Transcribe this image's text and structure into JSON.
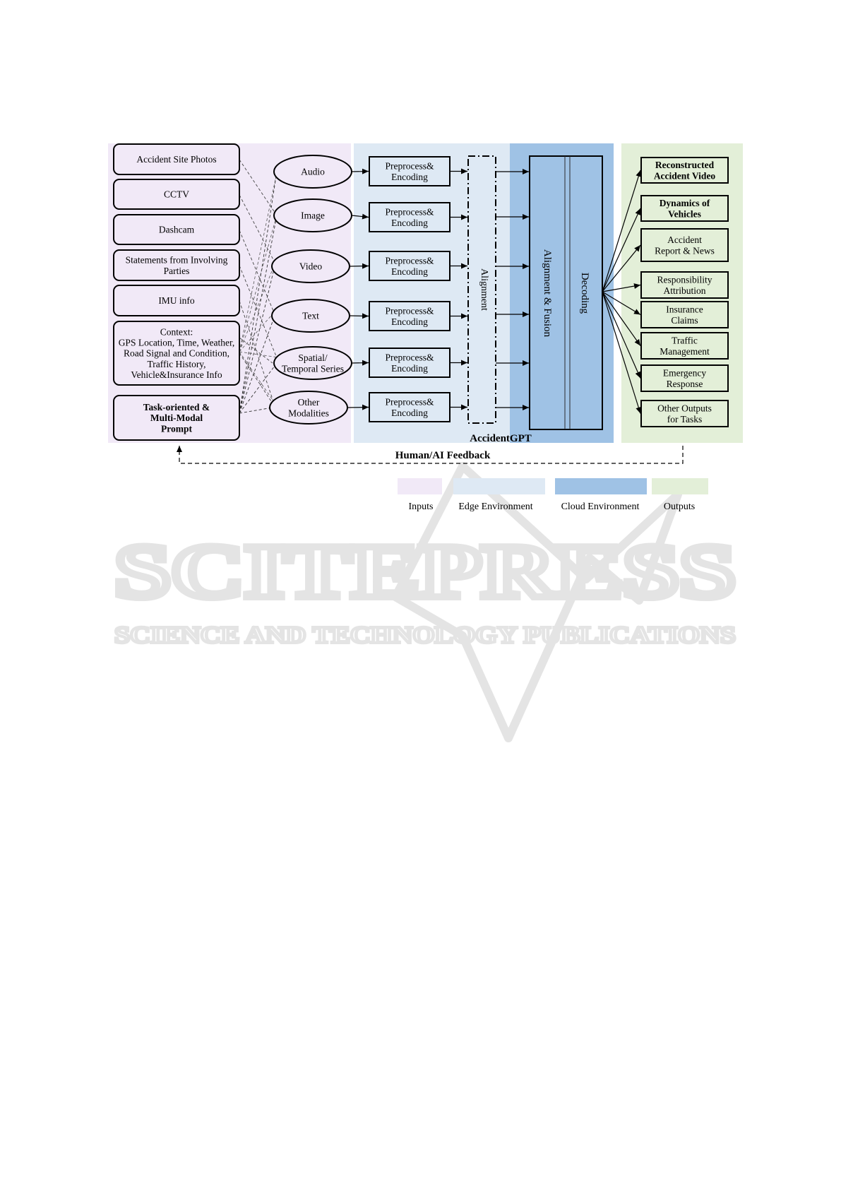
{
  "colors": {
    "inputs": "#f1e9f7",
    "edge": "#dee9f4",
    "cloud": "#9fc2e5",
    "outputs": "#e3efd8",
    "watermark": "#e4e4e4"
  },
  "inputs": [
    {
      "lines": [
        "Accident Site Photos"
      ],
      "bold": false
    },
    {
      "lines": [
        "CCTV"
      ],
      "bold": false
    },
    {
      "lines": [
        "Dashcam"
      ],
      "bold": false
    },
    {
      "lines": [
        "Statements from Involving",
        "Parties"
      ],
      "bold": false
    },
    {
      "lines": [
        "IMU info"
      ],
      "bold": false
    },
    {
      "lines": [
        "Context:",
        "GPS Location, Time, Weather,",
        "Road Signal and Condition,",
        "Traffic History,",
        "Vehicle&Insurance Info"
      ],
      "bold": false
    },
    {
      "lines": [
        "Task-oriented &",
        "Multi-Modal",
        "Prompt"
      ],
      "bold": true
    }
  ],
  "modalities": [
    {
      "lines": [
        "Audio"
      ]
    },
    {
      "lines": [
        "Image"
      ]
    },
    {
      "lines": [
        "Video"
      ]
    },
    {
      "lines": [
        "Text"
      ]
    },
    {
      "lines": [
        "Spatial/",
        "Temporal Series"
      ]
    },
    {
      "lines": [
        "Other",
        "Modalities"
      ]
    }
  ],
  "encoders": [
    {
      "lines": [
        "Preprocess&",
        "Encoding"
      ]
    },
    {
      "lines": [
        "Preprocess&",
        "Encoding"
      ]
    },
    {
      "lines": [
        "Preprocess&",
        "Encoding"
      ]
    },
    {
      "lines": [
        "Preprocess&",
        "Encoding"
      ]
    },
    {
      "lines": [
        "Preprocess&",
        "Encoding"
      ]
    },
    {
      "lines": [
        "Preprocess&",
        "Encoding"
      ]
    }
  ],
  "alignment_label": "Alignment",
  "fusion_label": "Alignment & Fusion",
  "decoding_label": "Decoding",
  "system_label": "AccidentGPT",
  "outputs": [
    {
      "lines": [
        "Reconstructed",
        "Accident Video"
      ],
      "bold": true
    },
    {
      "lines": [
        "Dynamics of",
        "Vehicles"
      ],
      "bold": true
    },
    {
      "lines": [
        "Accident",
        "Report & News"
      ],
      "bold": false
    },
    {
      "lines": [
        "Responsibility",
        "Attribution"
      ],
      "bold": false
    },
    {
      "lines": [
        "Insurance",
        "Claims"
      ],
      "bold": false
    },
    {
      "lines": [
        "Traffic",
        "Management"
      ],
      "bold": false
    },
    {
      "lines": [
        "Emergency",
        "Response"
      ],
      "bold": false
    },
    {
      "lines": [
        "Other Outputs",
        "for Tasks"
      ],
      "bold": false
    }
  ],
  "feedback_label": "Human/AI Feedback",
  "legend": [
    {
      "label": "Inputs",
      "color": "#f1e9f7"
    },
    {
      "label": "Edge Environment",
      "color": "#dee9f4"
    },
    {
      "label": "Cloud Environment",
      "color": "#9fc2e5"
    },
    {
      "label": "Outputs",
      "color": "#e3efd8"
    }
  ],
  "watermark": {
    "title": "SCITEPRESS",
    "subtitle": "SCIENCE AND TECHNOLOGY PUBLICATIONS"
  }
}
